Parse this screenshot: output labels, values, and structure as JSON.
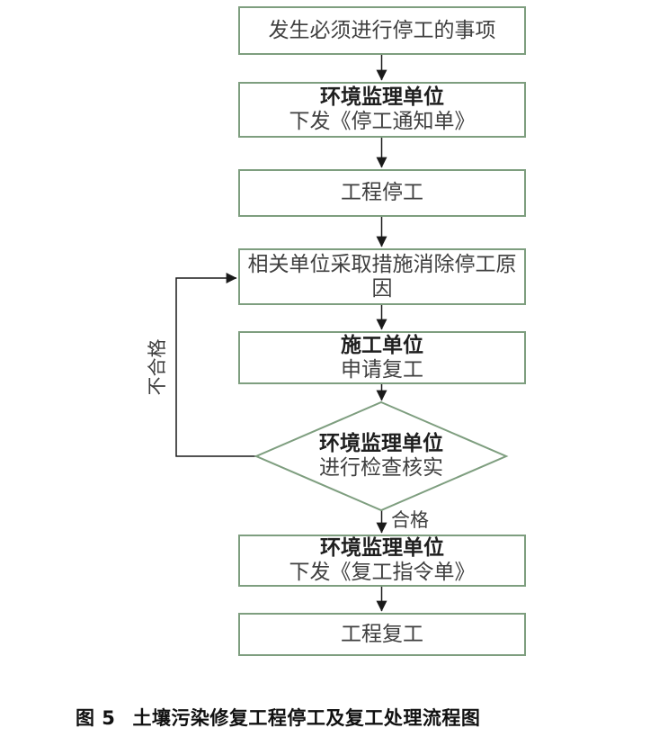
{
  "figure": {
    "caption_prefix": "图 5",
    "caption_title": "土壤污染修复工程停工及复工处理流程图"
  },
  "colors": {
    "box_border": "#7e9e7f",
    "connector": "#1a1a1a",
    "body_text": "#3f3f3f",
    "title_text": "#1f1f1f",
    "background": "#ffffff"
  },
  "flowchart": {
    "nodes": {
      "start": {
        "text": "发生必须进行停工的事项"
      },
      "notice": {
        "title": "环境监理单位",
        "subtitle": "下发《停工通知单》"
      },
      "stop": {
        "text": "工程停工"
      },
      "eliminate": {
        "line1": "相关单位采取措施消除停工原",
        "line2": "因"
      },
      "apply": {
        "title": "施工单位",
        "subtitle": "申请复工"
      },
      "check": {
        "title": "环境监理单位",
        "subtitle": "进行检查核实"
      },
      "order": {
        "title": "环境监理单位",
        "subtitle": "下发《复工指令单》"
      },
      "resume": {
        "text": "工程复工"
      }
    },
    "labels": {
      "pass": "合格",
      "fail": "不合格"
    }
  }
}
